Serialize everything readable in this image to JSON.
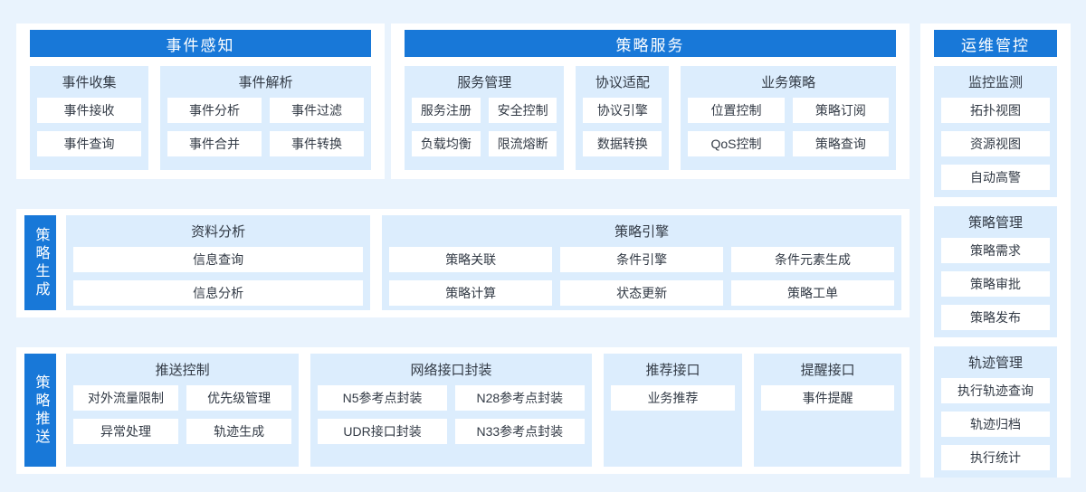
{
  "colors": {
    "page_bg": "#e9f3fd",
    "panel_bg": "#ffffff",
    "section_bg": "#dcedfd",
    "accent_blue": "#1878d8",
    "header_text": "#ffffff",
    "text": "#323a45"
  },
  "panels": {
    "event_perception": {
      "title": "事件感知",
      "sections": [
        {
          "title": "事件收集",
          "items": [
            "事件接收",
            "事件查询"
          ]
        },
        {
          "title": "事件解析",
          "items": [
            "事件分析",
            "事件过滤",
            "事件合并",
            "事件转换"
          ]
        }
      ]
    },
    "policy_service": {
      "title": "策略服务",
      "sections": [
        {
          "title": "服务管理",
          "items": [
            "服务注册",
            "安全控制",
            "负载均衡",
            "限流熔断"
          ]
        },
        {
          "title": "协议适配",
          "items": [
            "协议引擎",
            "数据转换"
          ]
        },
        {
          "title": "业务策略",
          "items": [
            "位置控制",
            "策略订阅",
            "QoS控制",
            "策略查询"
          ]
        }
      ]
    },
    "policy_generation": {
      "label": "策略生成",
      "sections": [
        {
          "title": "资料分析",
          "items": [
            "信息查询",
            "信息分析"
          ]
        },
        {
          "title": "策略引擎",
          "items": [
            "策略关联",
            "条件引擎",
            "条件元素生成",
            "策略计算",
            "状态更新",
            "策略工单"
          ]
        }
      ]
    },
    "policy_push": {
      "label": "策略推送",
      "sections": [
        {
          "title": "推送控制",
          "items": [
            "对外流量限制",
            "优先级管理",
            "异常处理",
            "轨迹生成"
          ]
        },
        {
          "title": "网络接口封装",
          "items": [
            "N5参考点封装",
            "N28参考点封装",
            "UDR接口封装",
            "N33参考点封装"
          ]
        },
        {
          "title": "推荐接口",
          "items": [
            "业务推荐"
          ]
        },
        {
          "title": "提醒接口",
          "items": [
            "事件提醒"
          ]
        }
      ]
    },
    "ops_control": {
      "title": "运维管控",
      "sections": [
        {
          "title": "监控监测",
          "items": [
            "拓扑视图",
            "资源视图",
            "自动高警"
          ]
        },
        {
          "title": "策略管理",
          "items": [
            "策略需求",
            "策略审批",
            "策略发布"
          ]
        },
        {
          "title": "轨迹管理",
          "items": [
            "执行轨迹查询",
            "轨迹归档",
            "执行统计"
          ]
        }
      ]
    }
  }
}
